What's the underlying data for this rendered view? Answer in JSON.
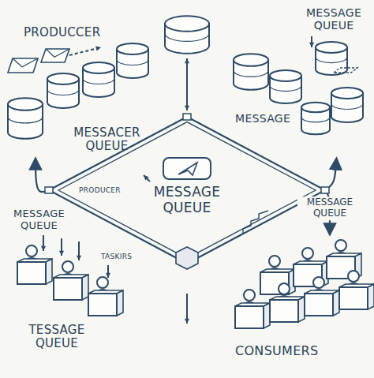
{
  "diagram": {
    "nodes": [
      {
        "text": [
          "PRODUCCER",
          "MESSACER QUEUE"
        ]
      },
      {
        "text": [
          "MESSAGE QUEUE",
          "MESSAGE"
        ]
      },
      {
        "text": [
          "PRODUCER",
          "MESSAGE QUEUE"
        ]
      },
      {
        "text": [
          "MESSAGE QUEUE",
          "TASKIRS",
          "TESSAGE QUEUE"
        ]
      },
      {
        "text": [
          "CONSUMERS"
        ]
      }
    ],
    "edges": [
      {
        "from": 2,
        "to": 0,
        "arrow": "to"
      },
      {
        "from": 2,
        "to": 1,
        "arrow": "to"
      },
      {
        "from": 2,
        "to": 4,
        "label": "MESSAGE QUEUE",
        "arrow": "to"
      }
    ]
  }
}
